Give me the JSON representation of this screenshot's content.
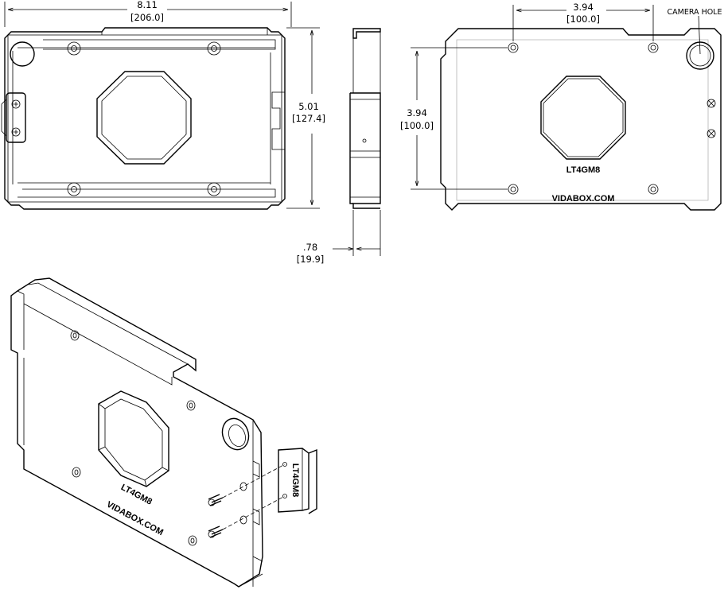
{
  "dimensions": {
    "width": {
      "value": "8.11",
      "metric": "[206.0]"
    },
    "height": {
      "value": "5.01",
      "metric": "[127.4]"
    },
    "depth": {
      "value": ".78",
      "metric": "[19.9]"
    },
    "hole_spacing_h": {
      "value": "3.94",
      "metric": "[100.0]"
    },
    "hole_spacing_v": {
      "value": "3.94",
      "metric": "[100.0]"
    }
  },
  "callouts": {
    "camera_hole": "CAMERA HOLE"
  },
  "labels": {
    "model": "LT4GM8",
    "website": "VIDABOX.COM",
    "iso_model": "LT4GM8",
    "iso_website": "VIDABOX.COM",
    "bracket_model": "LT4GM8"
  }
}
